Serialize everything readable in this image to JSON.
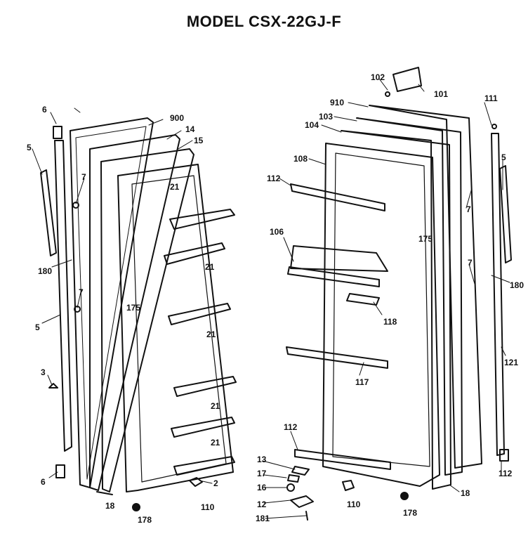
{
  "title": "MODEL CSX-22GJ-F",
  "colors": {
    "ink": "#111111",
    "paper": "#ffffff"
  },
  "callouts": {
    "c6a": "6",
    "c5a": "5",
    "c180a": "180",
    "c7a": "7",
    "c7b": "7",
    "c5b": "5",
    "c3": "3",
    "c6b": "6",
    "c900": "900",
    "c14": "14",
    "c15": "15",
    "c21a": "21",
    "c21b": "21",
    "c21c": "21",
    "c21d": "21",
    "c21e": "21",
    "c175a": "175",
    "c2": "2",
    "c110a": "110",
    "c178a": "178",
    "c18a": "18",
    "c102": "102",
    "c101": "101",
    "c910": "910",
    "c103": "103",
    "c104": "104",
    "c108": "108",
    "c112a": "112",
    "c106": "106",
    "c175b": "175",
    "c118": "118",
    "c117": "117",
    "c112b": "112",
    "c13": "13",
    "c17": "17",
    "c16": "16",
    "c12": "12",
    "c181": "181",
    "c110b": "110",
    "c178b": "178",
    "c18b": "18",
    "c111": "111",
    "c5c": "5",
    "c7c": "7",
    "c7d": "7",
    "c180b": "180",
    "c121": "121",
    "c112c": "112"
  }
}
